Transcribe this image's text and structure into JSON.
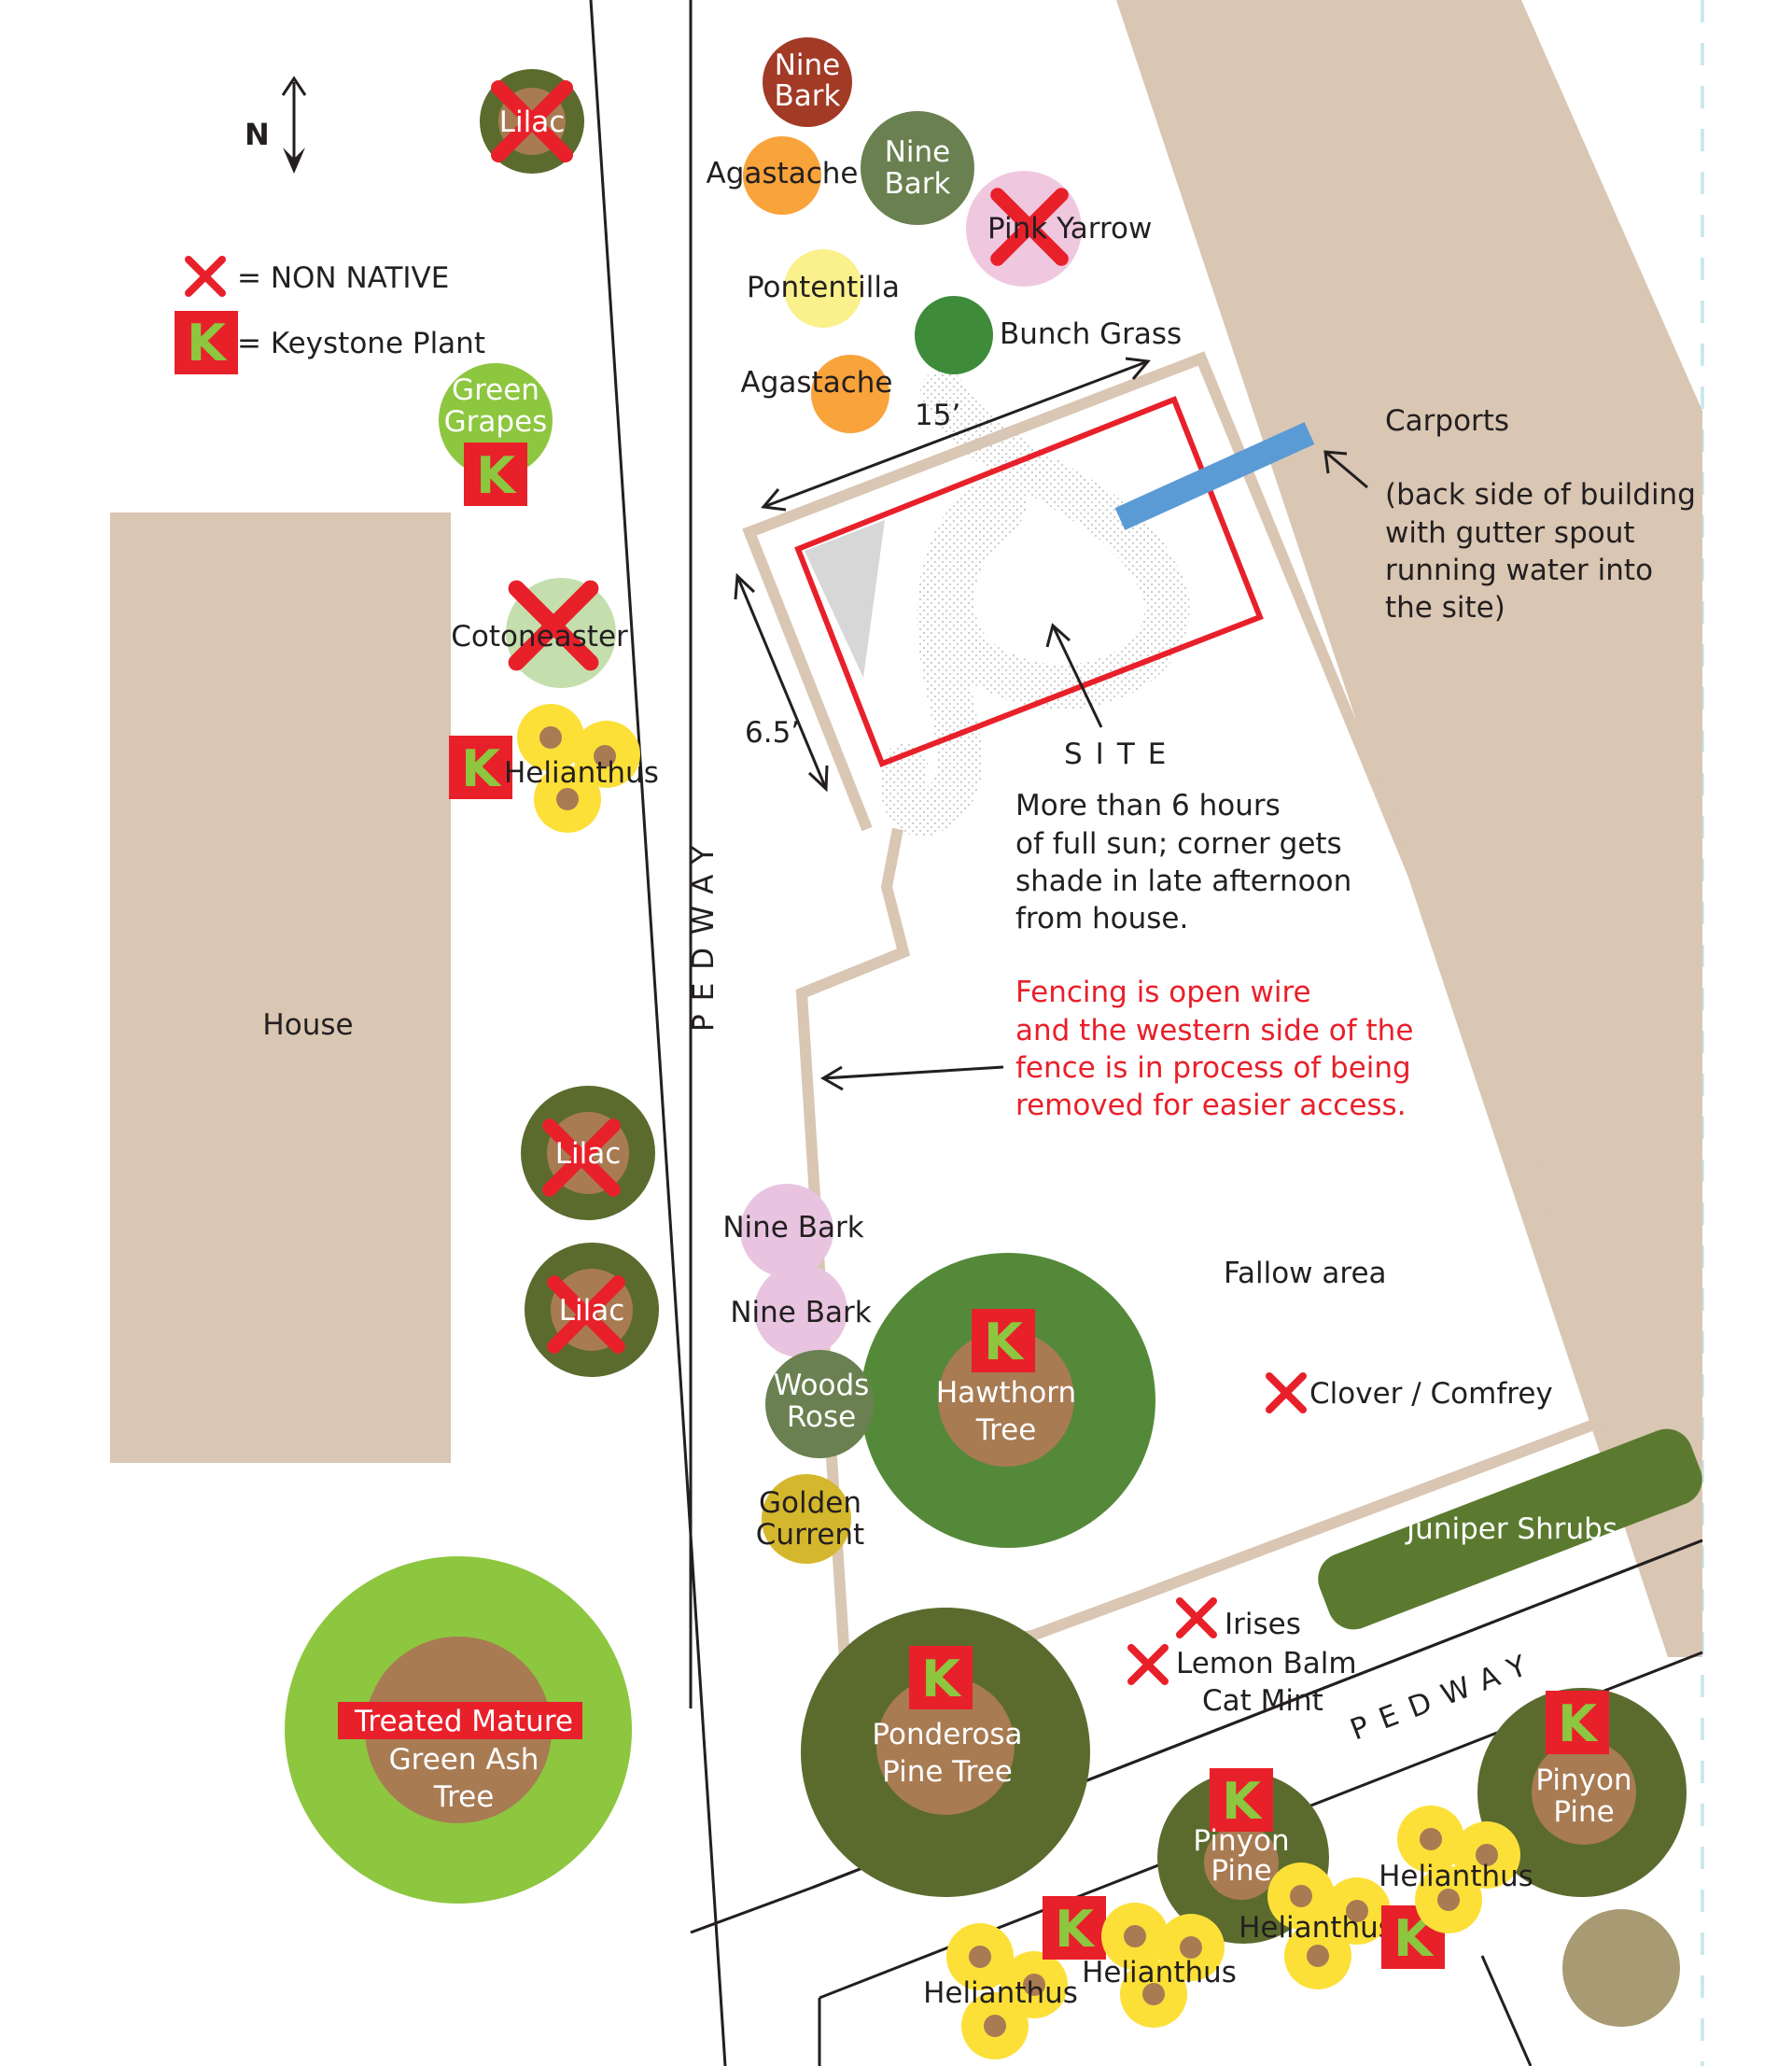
{
  "compass": {
    "label": "N"
  },
  "legend": {
    "non_native": "= NON NATIVE",
    "keystone": "= Keystone Plant",
    "keystone_glyph": "K"
  },
  "buildings": {
    "house": "House",
    "carports": "Carports",
    "carports_note": [
      "(back side of building",
      "with gutter spout",
      "running water into",
      "the site)"
    ]
  },
  "paths": {
    "pedway_vertical": "PEDWAY",
    "pedway_diagonal": "PEDWAY"
  },
  "site": {
    "label": "SITE",
    "width_dim": "15’",
    "depth_dim": "6.5’",
    "sun_note": [
      "More than 6 hours",
      "of full sun; corner gets",
      "shade in late afternoon",
      "from house."
    ],
    "fence_note": [
      "Fencing is open wire",
      "and the western side of the",
      "fence is in process of being",
      "removed for easier access."
    ]
  },
  "areas": {
    "fallow": "Fallow area",
    "juniper": "Juniper Shrubs"
  },
  "plants": {
    "nine_bark_1": [
      "Nine",
      "Bark"
    ],
    "nine_bark_2": [
      "Nine",
      "Bark"
    ],
    "agastache_1": "Agastache",
    "agastache_2": "Agastache",
    "pink_yarrow": "Pink Yarrow",
    "pontentilla": "Pontentilla",
    "bunch_grass": "Bunch Grass",
    "lilac_top": "Lilac",
    "green_grapes": [
      "Green",
      "Grapes"
    ],
    "cotoneaster": "Cotoneaster",
    "helianthus_left": "Helianthus",
    "lilac_mid": "Lilac",
    "lilac_low": "Lilac",
    "nine_bark_pink_1": "Nine Bark",
    "nine_bark_pink_2": "Nine Bark",
    "woods_rose": [
      "Woods",
      "Rose"
    ],
    "golden_current": [
      "Golden",
      "Current"
    ],
    "hawthorn": [
      "Hawthorn",
      "Tree"
    ],
    "clover_comfrey": "Clover / Comfrey",
    "green_ash": [
      "Treated Mature",
      "Green Ash",
      "Tree"
    ],
    "ponderosa": [
      "Ponderosa",
      "Pine Tree"
    ],
    "irises": "Irises",
    "lemon_balm": "Lemon Balm",
    "cat_mint": "Cat Mint",
    "pinyon_1": [
      "Pinyon",
      "Pine"
    ],
    "pinyon_2": [
      "Pinyon",
      "Pine"
    ],
    "helianthus_b1": "Helianthus",
    "helianthus_b2": "Helianthus",
    "helianthus_b3": "Helianthus",
    "helianthus_b4": "Helianthus"
  },
  "colors": {
    "building": "#d9c6b3",
    "fence": "#d9c6b3",
    "site_outline": "#e8202a",
    "marker_red": "#e8202a",
    "keystone_letter": "#8dc63f",
    "dark_olive": "#5b6b2e",
    "tree_green": "#55893a",
    "light_green": "#8dc63f",
    "trunk": "#a87b53",
    "helianthus": "#fce038",
    "gutter": "#5b9bd5"
  }
}
